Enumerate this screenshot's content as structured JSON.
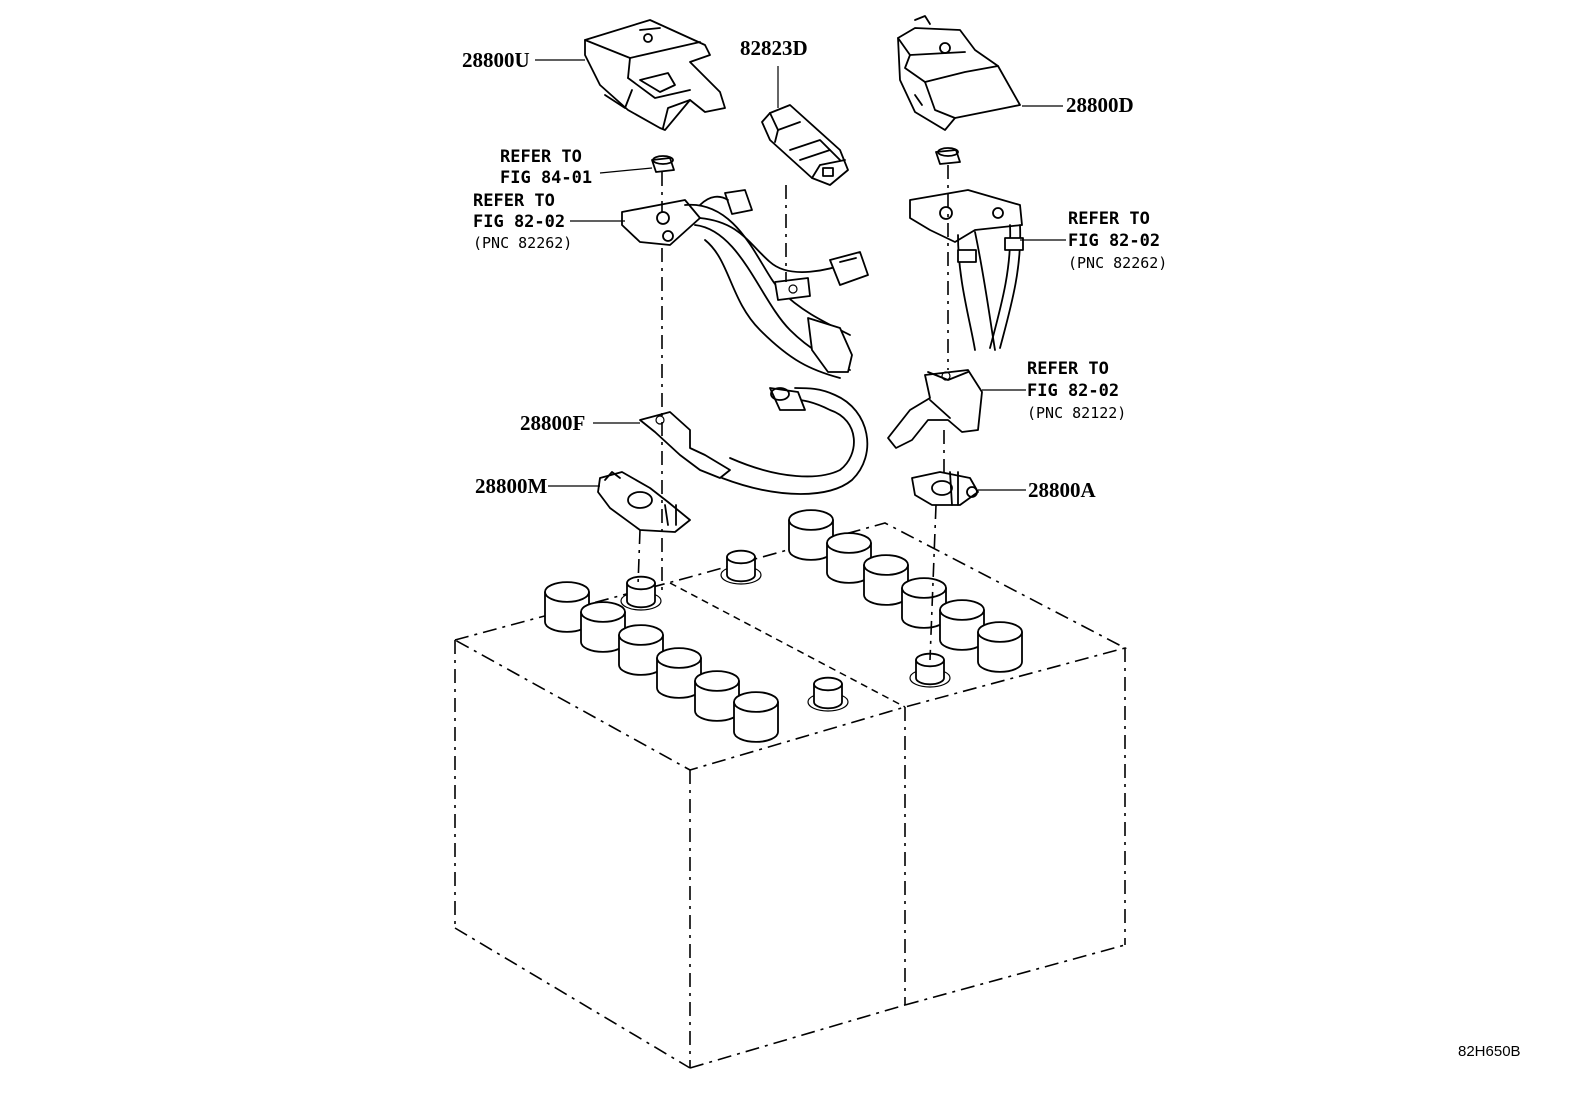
{
  "figure_code": "82H650B",
  "parts": {
    "p28800U": "28800U",
    "p82823D": "82823D",
    "p28800D": "28800D",
    "p28800F": "28800F",
    "p28800M": "28800M",
    "p28800A": "28800A"
  },
  "refs": {
    "ref1": {
      "line1": "REFER TO",
      "line2": "FIG 84-01"
    },
    "ref2": {
      "line1": "REFER TO",
      "line2": "FIG 82-02",
      "pnc": "(PNC 82262)"
    },
    "ref3": {
      "line1": "REFER TO",
      "line2": "FIG 82-02",
      "pnc": "(PNC 82262)"
    },
    "ref4": {
      "line1": "REFER TO",
      "line2": "FIG 82-02",
      "pnc": "(PNC 82122)"
    }
  }
}
